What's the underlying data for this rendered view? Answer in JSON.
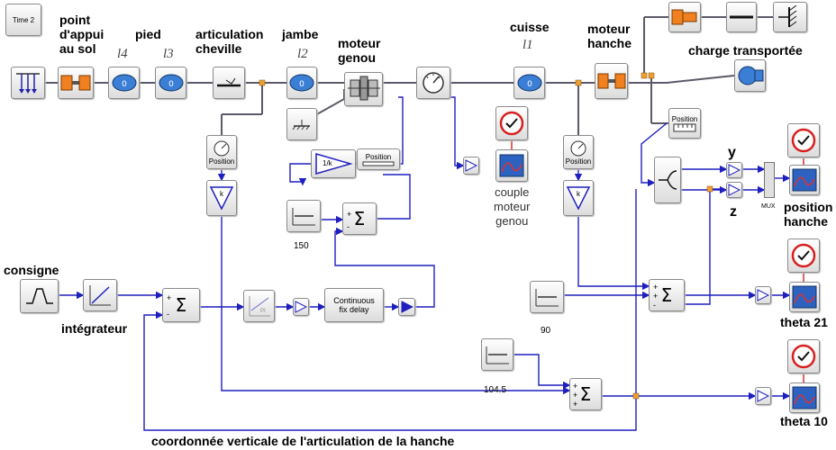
{
  "labels": {
    "time_block": "Time 2",
    "point_appui": [
      "point",
      "d'appui",
      "au sol"
    ],
    "pied": "pied",
    "l4": "l4",
    "l3": "l3",
    "articulation_cheville": [
      "articulation",
      "cheville"
    ],
    "jambe": "jambe",
    "l2": "l2",
    "moteur_genou": [
      "moteur",
      "genou"
    ],
    "cuisse": "cuisse",
    "l1": "l1",
    "moteur_hanche": [
      "moteur",
      "hanche"
    ],
    "charge_transportee": "charge transportée",
    "y": "y",
    "z": "z",
    "mux": "MUX",
    "position_hanche": [
      "position",
      "hanche"
    ],
    "couple_moteur_genou": [
      "couple",
      "moteur",
      "genou"
    ],
    "consigne": "consigne",
    "integrateur": "intégrateur",
    "theta21": "theta 21",
    "theta10": "theta 10",
    "bottom_caption": "coordonnée verticale de l'articulation de la hanche"
  },
  "blocks": {
    "position_label": "Position",
    "gain_k": "k",
    "gain_1k": "1/k",
    "pi_label": "PI",
    "delay_label": [
      "Continuous",
      "fix delay"
    ],
    "sum_symbol": "Σ",
    "plus": "+",
    "minus": "-"
  },
  "constants": {
    "c150": "150",
    "c90": "90",
    "c104_5": "104.5"
  },
  "colors": {
    "signal_wire": "#1f1fbf",
    "mech_wire": "#606070",
    "scope_red": "#d62020",
    "motor_orange": "#f08020",
    "joint_blue": "#3a7fd5"
  }
}
